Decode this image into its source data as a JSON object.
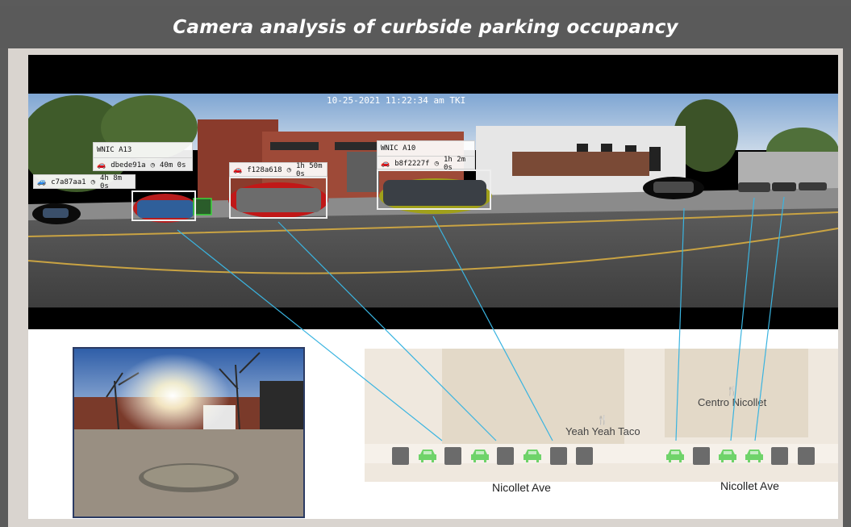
{
  "header": {
    "title": "Camera analysis of curbside parking occupancy"
  },
  "camera": {
    "timestamp": "10-25-2021 11:22:34 am TKI",
    "labels": [
      {
        "id": "a13",
        "zone": "WNIC A13",
        "vehicle_id": "dbede91a",
        "duration": "40m 0s"
      },
      {
        "id": "c7",
        "zone": "",
        "vehicle_id": "c7a87aa1",
        "duration": "4h 8m 0s"
      },
      {
        "id": "f12",
        "zone": "",
        "vehicle_id": "f128a618",
        "duration": "1h 50m 0s"
      },
      {
        "id": "a10",
        "zone": "WNIC A10",
        "vehicle_id": "b8f2227f",
        "duration": "1h 2m 0s"
      }
    ]
  },
  "map": {
    "places": [
      {
        "name": "Yeah Yeah Taco",
        "icon": "restaurant-icon"
      },
      {
        "name": "Centro Nicollet",
        "icon": "restaurant-icon"
      }
    ],
    "streets": [
      "Nicollet Ave",
      "Nicollet Ave"
    ],
    "slots_left": [
      "empty",
      "occupied",
      "empty",
      "occupied",
      "empty",
      "occupied",
      "empty",
      "empty"
    ],
    "slots_right": [
      "occupied",
      "empty",
      "occupied",
      "occupied",
      "empty",
      "empty"
    ]
  },
  "colors": {
    "occupied": "#6fd36a",
    "empty": "#6b6b6b",
    "line": "#3ab4e0",
    "title_bg": "#5a5a5a"
  }
}
